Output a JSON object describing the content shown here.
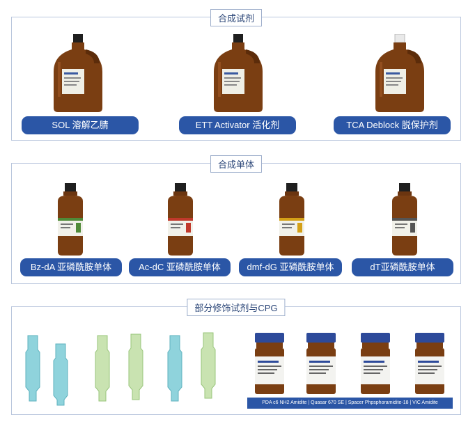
{
  "panels": [
    {
      "title": "合成试剂",
      "items": [
        "SOL 溶解乙腈",
        "ETT Activator 活化剂",
        "TCA Deblock 脱保护剂"
      ]
    },
    {
      "title": "合成单体",
      "items": [
        "Bz-dA 亚磷酰胺单体",
        "Ac-dC 亚磷酰胺单体",
        "dmf-dG 亚磷酰胺单体",
        "dT亚磷酰胺单体"
      ]
    },
    {
      "title": "部分修饰试剂与CPG",
      "strip_text": "PDA c6 NH2 Amidite | Quasar 670 SE | Spacer Phpsphoramidite-18 | VIC Amidite"
    }
  ],
  "colors": {
    "pill": "#2b56a6",
    "border": "#b9c6dd",
    "amber": "#7a3e12",
    "cap_black": "#1f1f1f",
    "tube_blue": "#8fd3dc",
    "tube_green": "#c9e3b1",
    "vial_cap": "#2d4a9a"
  }
}
